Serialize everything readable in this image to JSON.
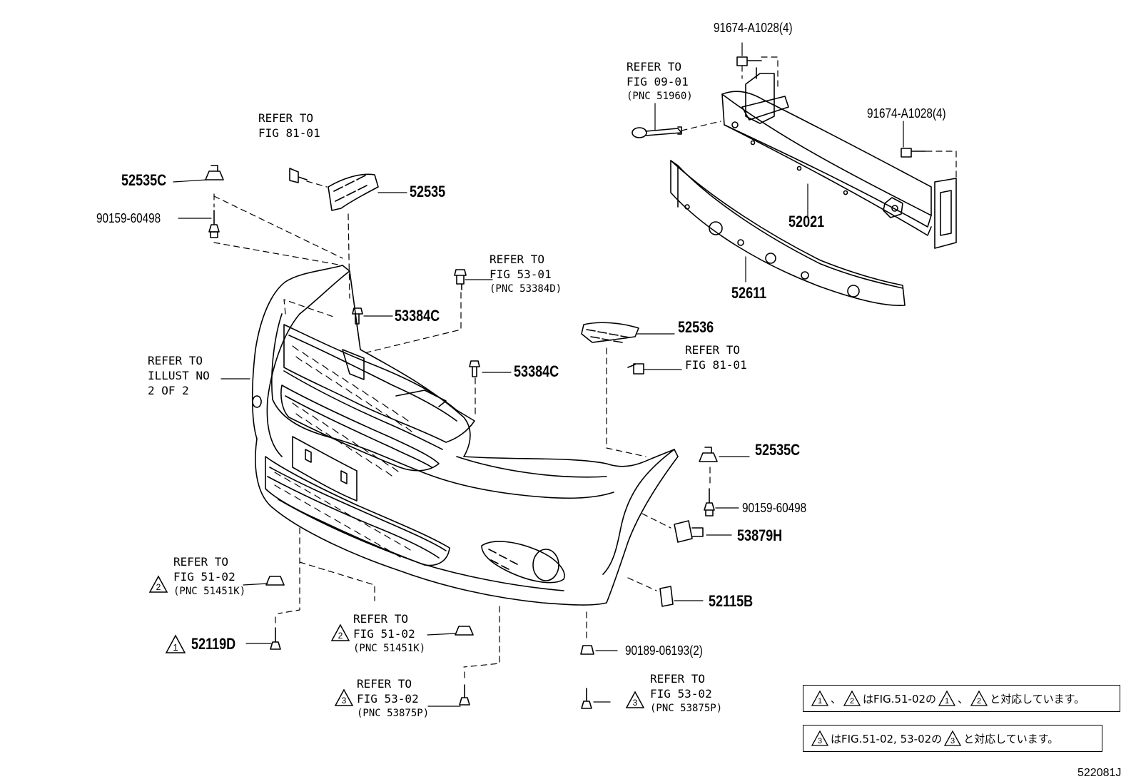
{
  "colors": {
    "line": "#000000",
    "background": "#ffffff"
  },
  "parts": {
    "p52535c_top": "52535C",
    "p90159_top": "90159-60498",
    "p52535": "52535",
    "p53384c_a": "53384C",
    "p53384c_b": "53384C",
    "p91674_top": "91674-A1028(4)",
    "p91674_right": "91674-A1028(4)",
    "p52021": "52021",
    "p52611": "52611",
    "p52536": "52536",
    "p52535c_right": "52535C",
    "p90159_right": "90159-60498",
    "p53879h": "53879H",
    "p52115b": "52115B",
    "p90189": "90189-06193(2)",
    "p52119d": "52119D"
  },
  "refs": {
    "fig81_top": [
      "REFER TO",
      "FIG 81-01"
    ],
    "fig09": [
      "REFER TO",
      "FIG 09-01",
      "(PNC 51960)"
    ],
    "fig53_top": [
      "REFER TO",
      "FIG 53-01",
      "(PNC 53384D)"
    ],
    "illust": [
      "REFER TO",
      "ILLUST NO",
      "2 OF 2"
    ],
    "fig81_right": [
      "REFER TO",
      "FIG 81-01"
    ],
    "fig51_left": [
      "REFER TO",
      "FIG 51-02",
      "(PNC 51451K)"
    ],
    "fig51_mid": [
      "REFER TO",
      "FIG 51-02",
      "(PNC 51451K)"
    ],
    "fig53_mid": [
      "REFER TO",
      "FIG 53-02",
      "(PNC 53875P)"
    ],
    "fig53_right": [
      "REFER TO",
      "FIG 53-02",
      "(PNC 53875P)"
    ]
  },
  "triangles": {
    "fig51_left": "2",
    "p52119d": "1",
    "fig51_mid": "2",
    "fig53_mid": "3",
    "fig53_right": "3"
  },
  "notes": {
    "note1": {
      "t1": "1",
      "sep": "、",
      "t2": "2",
      "text1": "はFIG.51-02の",
      "t3": "1",
      "sep2": "、",
      "t4": "2",
      "text2": "と対応しています。"
    },
    "note2": {
      "t1": "3",
      "text1": "はFIG.51-02, 53-02の",
      "t2": "3",
      "text2": "と対応しています。"
    }
  },
  "illustration_code": "522081J"
}
